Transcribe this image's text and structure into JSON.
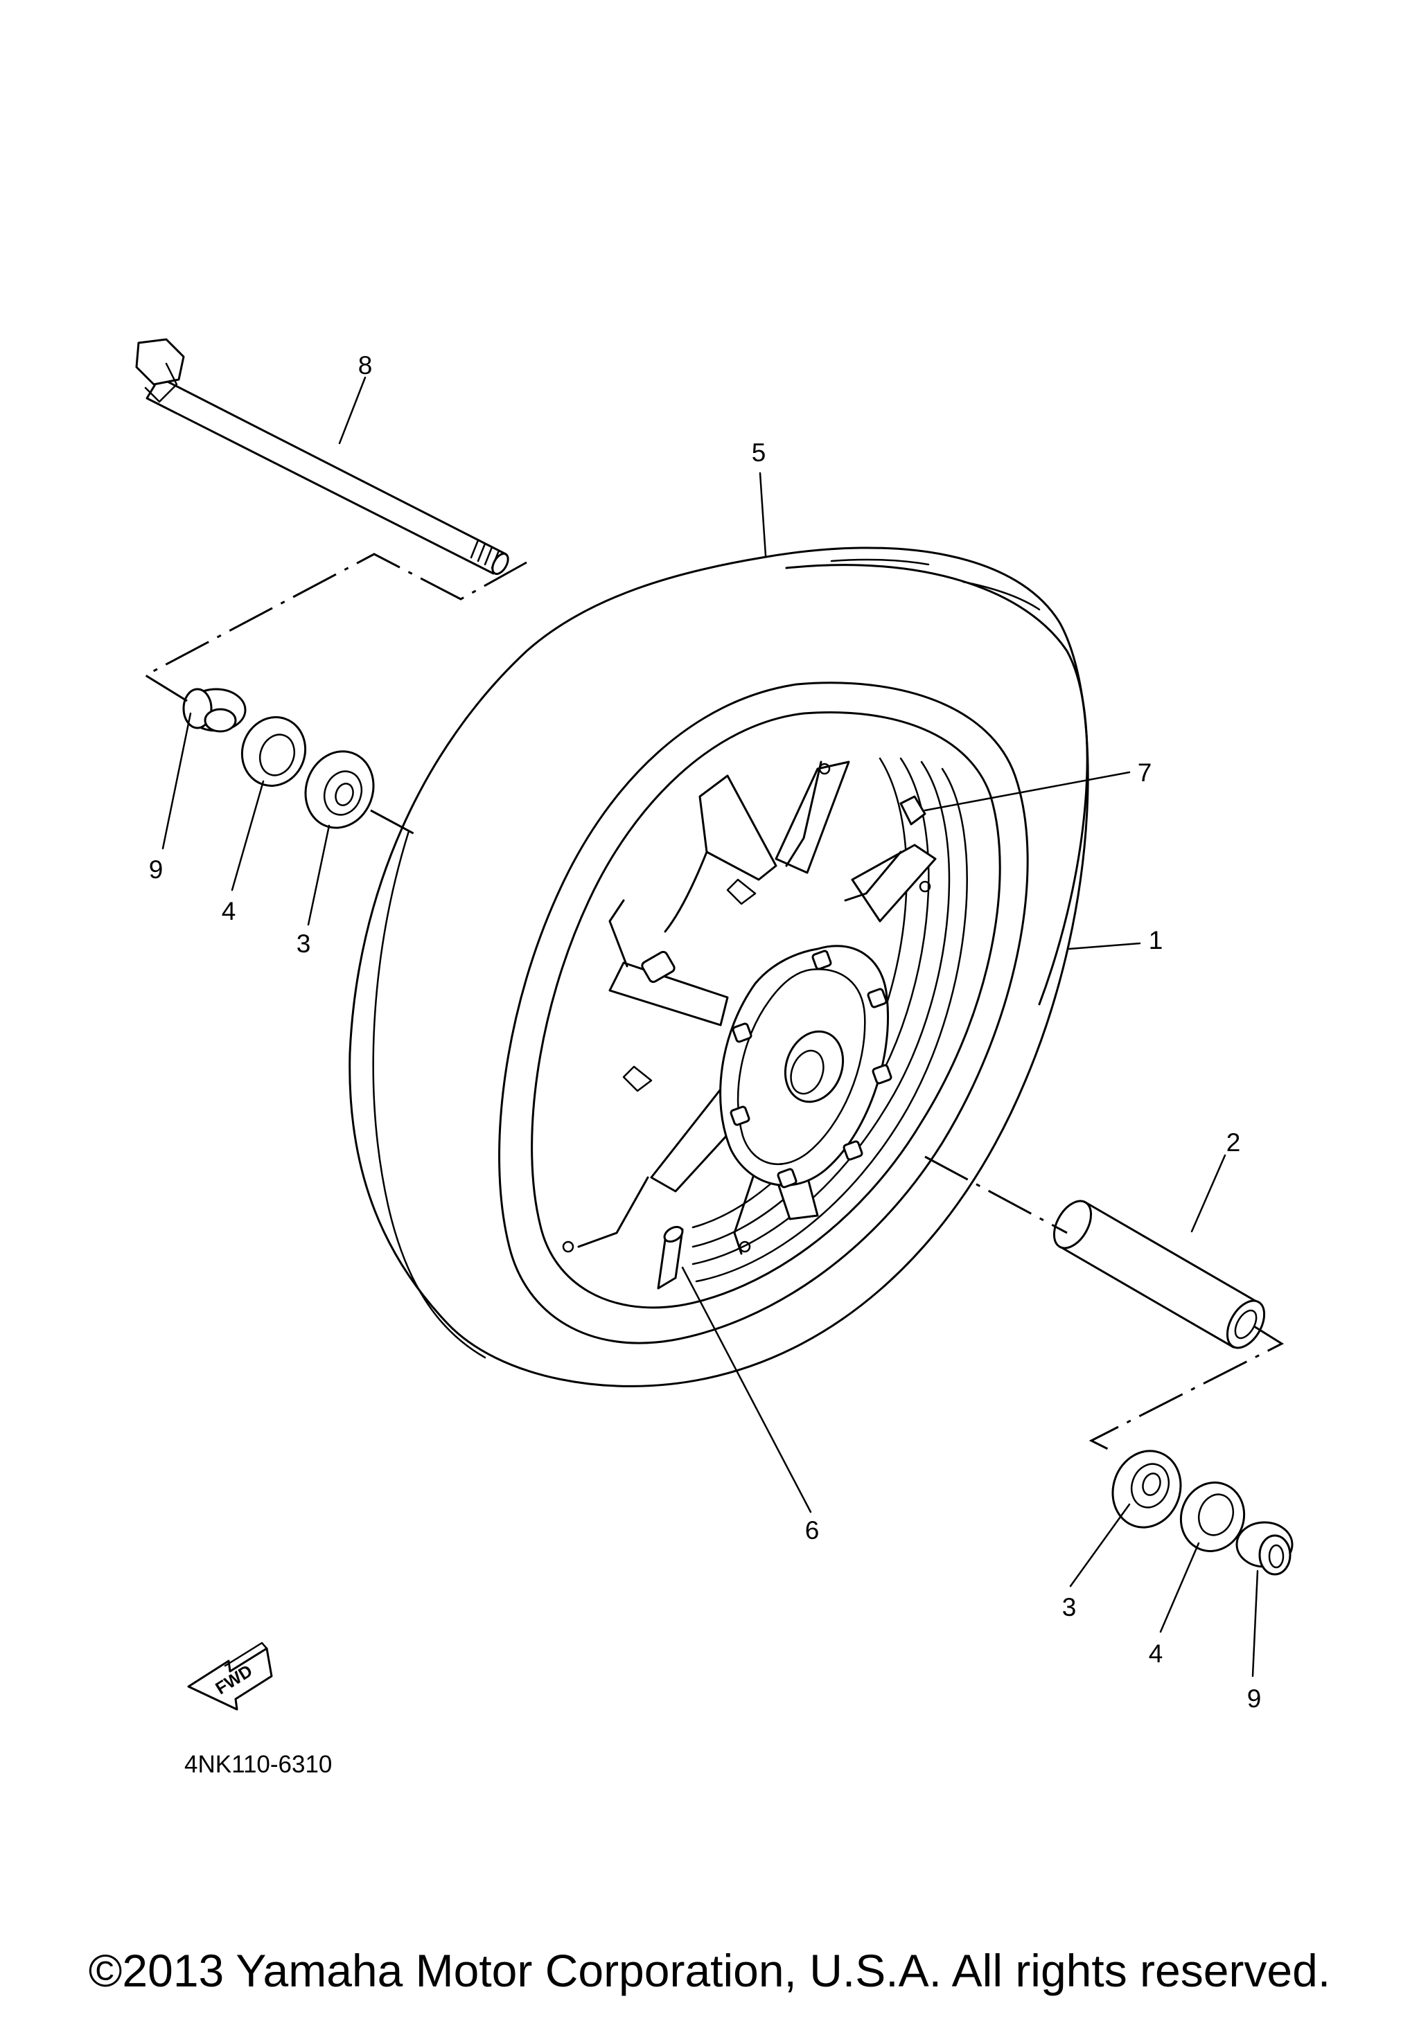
{
  "callouts": {
    "axle": "8",
    "tire": "5",
    "balance_weight": "7",
    "wheel": "1",
    "spacer": "2",
    "valve": "6",
    "collar_left": "9",
    "oil_seal_left": "4",
    "bearing_left": "3",
    "bearing_right": "3",
    "oil_seal_right": "4",
    "collar_right": "9"
  },
  "fwd_label": "FWD",
  "diagram_code": "4NK110-6310",
  "copyright": "©2013 Yamaha Motor Corporation, U.S.A. All rights reserved."
}
